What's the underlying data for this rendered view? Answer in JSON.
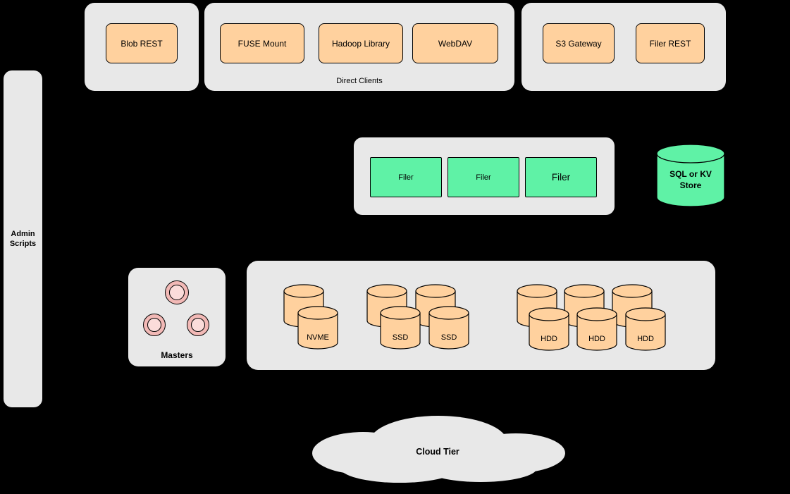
{
  "palette": {
    "background": "#000000",
    "panel_gray": "#e8e8e8",
    "node_orange": "#ffd19e",
    "node_green": "#5ff2a6",
    "master_pink": "#f2b9b6"
  },
  "admin_panel": {
    "label": "Admin\nScripts"
  },
  "client_groups": {
    "blob": {
      "nodes": [
        "Blob REST"
      ]
    },
    "direct": {
      "caption": "Direct Clients",
      "nodes": [
        "FUSE Mount",
        "Hadoop Library",
        "WebDAV"
      ]
    },
    "gateway": {
      "nodes": [
        "S3 Gateway",
        "Filer REST"
      ]
    }
  },
  "filer_group": {
    "nodes": [
      "Filer",
      "Filer",
      "Filer"
    ]
  },
  "sql_store": {
    "label": "SQL or KV\nStore"
  },
  "masters": {
    "label": "Masters"
  },
  "volume_store": {
    "nvme": {
      "labels": [
        "NVME"
      ]
    },
    "ssd": {
      "labels": [
        "SSD",
        "SSD"
      ]
    },
    "hdd": {
      "labels": [
        "HDD",
        "HDD",
        "HDD"
      ]
    }
  },
  "cloud_tier": {
    "label": "Cloud Tier"
  }
}
